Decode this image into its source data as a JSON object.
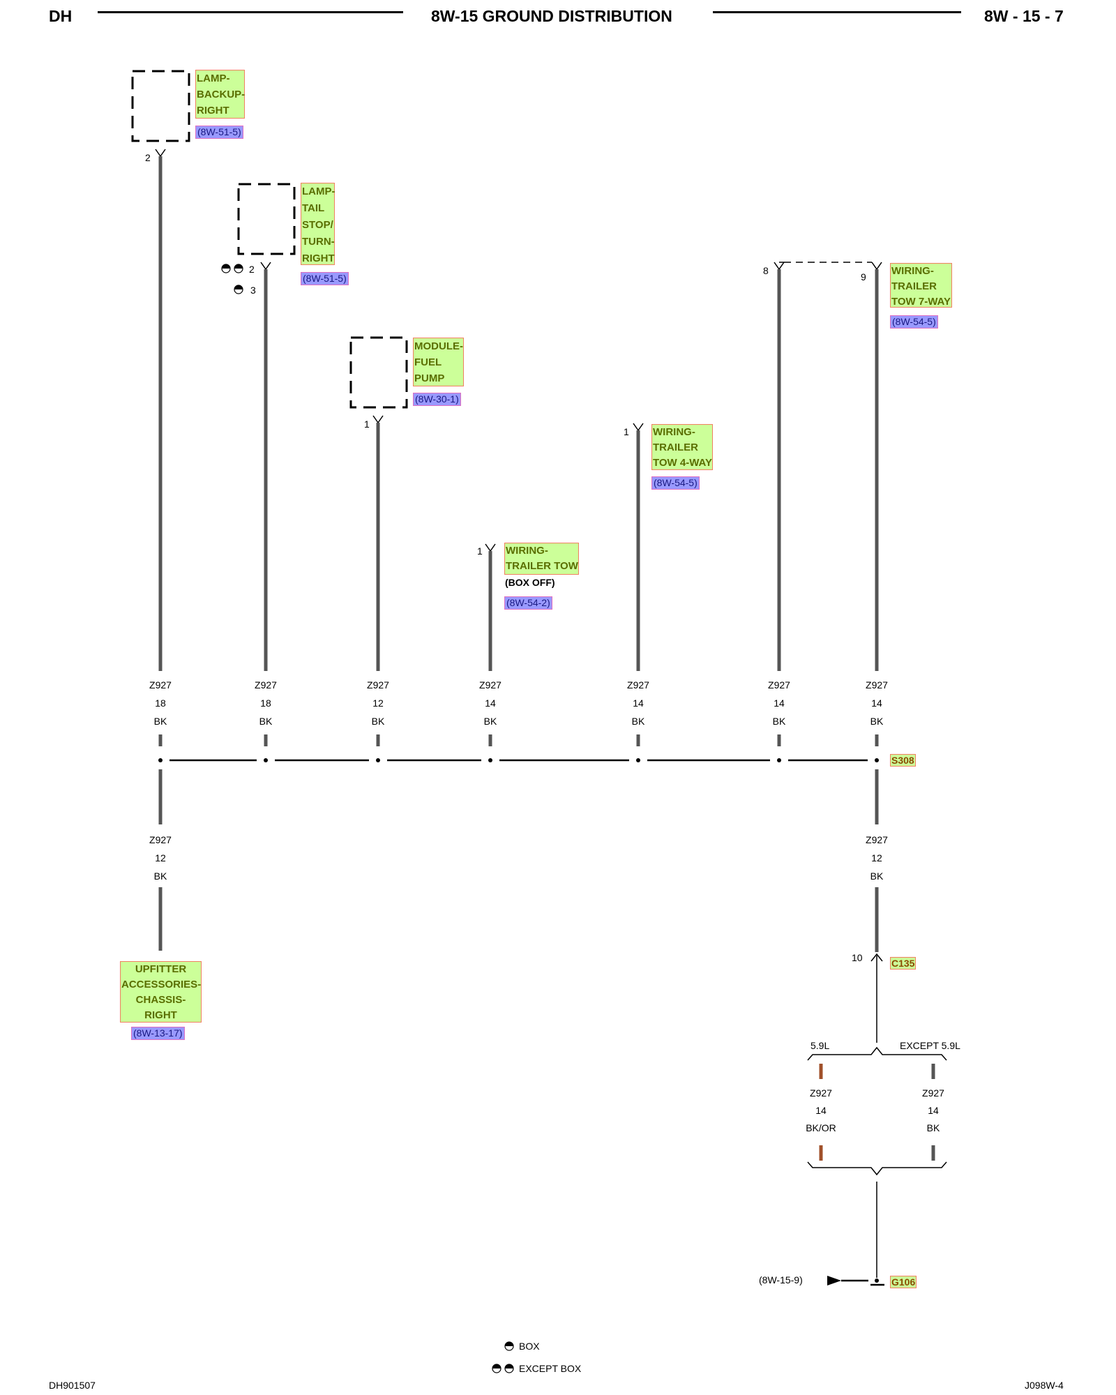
{
  "header": {
    "left": "DH",
    "title": "8W-15 GROUND DISTRIBUTION",
    "page": "8W - 15 - 7"
  },
  "footer": {
    "left_code": "DH901507",
    "right_code": "J098W-4"
  },
  "legend": {
    "box": "BOX",
    "except_box": "EXCEPT BOX"
  },
  "components": {
    "lamp_backup_right": {
      "name": "LAMP-\nBACKUP-\nRIGHT",
      "ref": "(8W-51-5)",
      "pin": "2"
    },
    "lamp_tail": {
      "name": "LAMP-\nTAIL\nSTOP/\nTURN-\nRIGHT",
      "ref": "(8W-51-5)",
      "pin_a": "2",
      "pin_b": "3"
    },
    "module_fuel_pump": {
      "name": "MODULE-\nFUEL\nPUMP",
      "ref": "(8W-30-1)",
      "pin": "1"
    },
    "trailer_tow": {
      "name": "WIRING-\nTRAILER TOW",
      "note": "(BOX OFF)",
      "ref": "(8W-54-2)",
      "pin": "1"
    },
    "trailer_tow_4way": {
      "name": "WIRING-\nTRAILER\nTOW 4-WAY",
      "ref": "(8W-54-5)",
      "pin": "1"
    },
    "trailer_tow_7way": {
      "name": "WIRING-\nTRAILER\nTOW 7-WAY",
      "ref": "(8W-54-5)",
      "pin_a": "8",
      "pin_b": "9"
    },
    "uplifter": {
      "name": "UPFITTER\nACCESSORIES-\nCHASSIS-\nRIGHT",
      "ref": "(8W-13-17)"
    }
  },
  "wires_top": [
    {
      "circuit": "Z927",
      "gauge": "18",
      "color": "BK"
    },
    {
      "circuit": "Z927",
      "gauge": "18",
      "color": "BK"
    },
    {
      "circuit": "Z927",
      "gauge": "12",
      "color": "BK"
    },
    {
      "circuit": "Z927",
      "gauge": "14",
      "color": "BK"
    },
    {
      "circuit": "Z927",
      "gauge": "14",
      "color": "BK"
    },
    {
      "circuit": "Z927",
      "gauge": "14",
      "color": "BK"
    },
    {
      "circuit": "Z927",
      "gauge": "14",
      "color": "BK"
    }
  ],
  "wire_left_down": {
    "circuit": "Z927",
    "gauge": "12",
    "color": "BK"
  },
  "wire_right_down": {
    "circuit": "Z927",
    "gauge": "12",
    "color": "BK"
  },
  "splice": "S308",
  "connector": {
    "name": "C135",
    "pin": "10"
  },
  "options": {
    "left_label": "5.9L",
    "right_label": "EXCEPT 5.9L",
    "left_wire": {
      "circuit": "Z927",
      "gauge": "14",
      "color": "BK/OR"
    },
    "right_wire": {
      "circuit": "Z927",
      "gauge": "14",
      "color": "BK"
    }
  },
  "ground": {
    "name": "G106",
    "ref": "(8W-15-9)"
  }
}
